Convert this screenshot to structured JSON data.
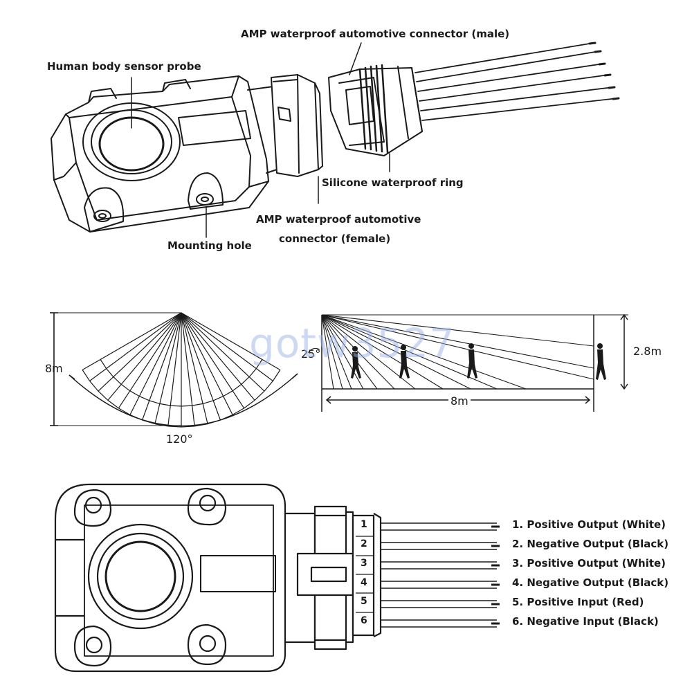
{
  "labels": {
    "male_connector": "AMP waterproof automotive connector (male)",
    "probe": "Human body sensor probe",
    "ring": "Silicone waterproof ring",
    "female_line1": "AMP waterproof automotive",
    "female_line2": "connector (female)",
    "mounting_hole": "Mounting hole"
  },
  "detection": {
    "range_left": "8m",
    "angle_horizontal": "120°",
    "angle_vertical": "25°",
    "range_bottom": "8m",
    "height": "2.8m"
  },
  "connector_numbers": [
    "1",
    "2",
    "3",
    "4",
    "5",
    "6"
  ],
  "pins": [
    "1. Positive Output (White)",
    "2. Negative Output (Black)",
    "3. Positive Output (White)",
    "4. Negative Output (Black)",
    "5. Positive Input (Red)",
    "6. Negative Input (Black)"
  ],
  "watermark": "gotw3527"
}
